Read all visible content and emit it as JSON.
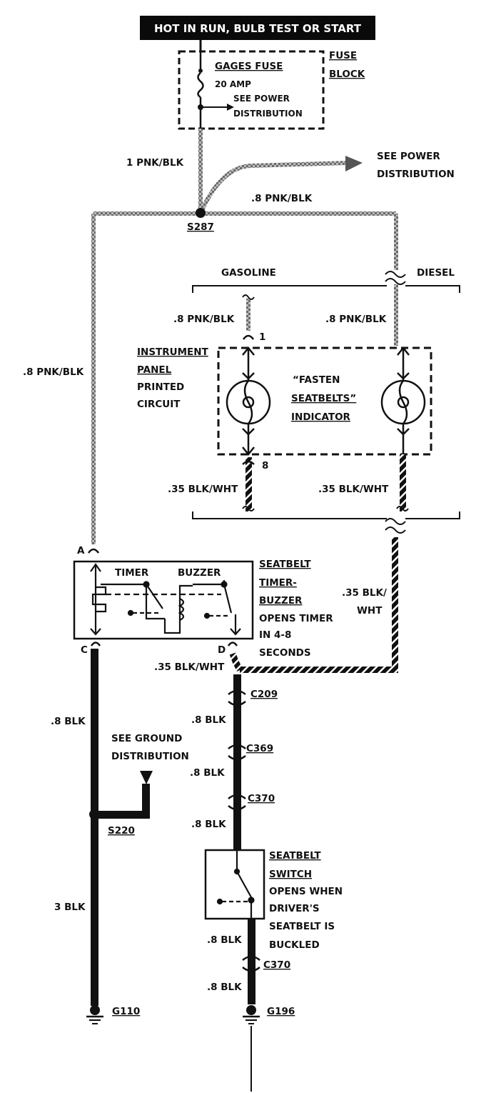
{
  "header": {
    "title": "HOT IN RUN,   BULB TEST OR START"
  },
  "fuse_block": {
    "name": "GAGES FUSE",
    "rating": "20 AMP",
    "see_power_1": "SEE POWER",
    "see_power_2": "DISTRIBUTION",
    "block_label_1": "FUSE",
    "block_label_2": "BLOCK"
  },
  "power_ref": {
    "line1": "SEE POWER",
    "line2": "DISTRIBUTION"
  },
  "wires": {
    "w_1pnk": "1 PNK/BLK",
    "w_8pnk_top": ".8 PNK/BLK",
    "w_8pnk_left": ".8 PNK/BLK",
    "w_8pnk_gas": ".8 PNK/BLK",
    "w_8pnk_diesel": ".8 PNK/BLK",
    "w_35_left": ".35 BLK/WHT",
    "w_35_right": ".35 BLK/WHT",
    "w_35_side_1": ".35 BLK/",
    "w_35_side_2": "WHT",
    "w_35_d": ".35 BLK/WHT",
    "w_8blk_c": ".8 BLK",
    "w_3blk": "3 BLK",
    "w_8blk_a": ".8 BLK",
    "w_8blk_b": ".8 BLK",
    "w_8blk_c370": ".8 BLK",
    "w_8blk_sw": ".8 BLK",
    "w_8blk_g196": ".8 BLK"
  },
  "splices": {
    "s287": "S287",
    "s220": "S220"
  },
  "options": {
    "gasoline": "GASOLINE",
    "diesel": "DIESEL"
  },
  "instrument_panel": {
    "l1": "INSTRUMENT",
    "l2": "PANEL",
    "l3": "PRINTED",
    "l4": "CIRCUIT"
  },
  "indicator": {
    "l1": "“FASTEN",
    "l2": "SEATBELTS”",
    "l3": "INDICATOR"
  },
  "pins": {
    "p1": "1",
    "p8": "8",
    "pa": "A",
    "pc": "C",
    "pd": "D"
  },
  "timer_buzzer": {
    "timer": "TIMER",
    "buzzer": "BUZZER",
    "l1": "SEATBELT",
    "l2": "TIMER-",
    "l3": "BUZZER",
    "l4": "OPENS TIMER",
    "l5": "IN 4-8",
    "l6": "SECONDS"
  },
  "connectors": {
    "c209": "C209",
    "c369": "C369",
    "c370a": "C370",
    "c370b": "C370"
  },
  "ground_ref": {
    "l1": "SEE GROUND",
    "l2": "DISTRIBUTION"
  },
  "seatbelt_switch": {
    "l1": "SEATBELT",
    "l2": "SWITCH",
    "l3": "OPENS WHEN",
    "l4": "DRIVER'S",
    "l5": "SEATBELT IS",
    "l6": "BUCKLED"
  },
  "grounds": {
    "g110": "G110",
    "g196": "G196"
  }
}
